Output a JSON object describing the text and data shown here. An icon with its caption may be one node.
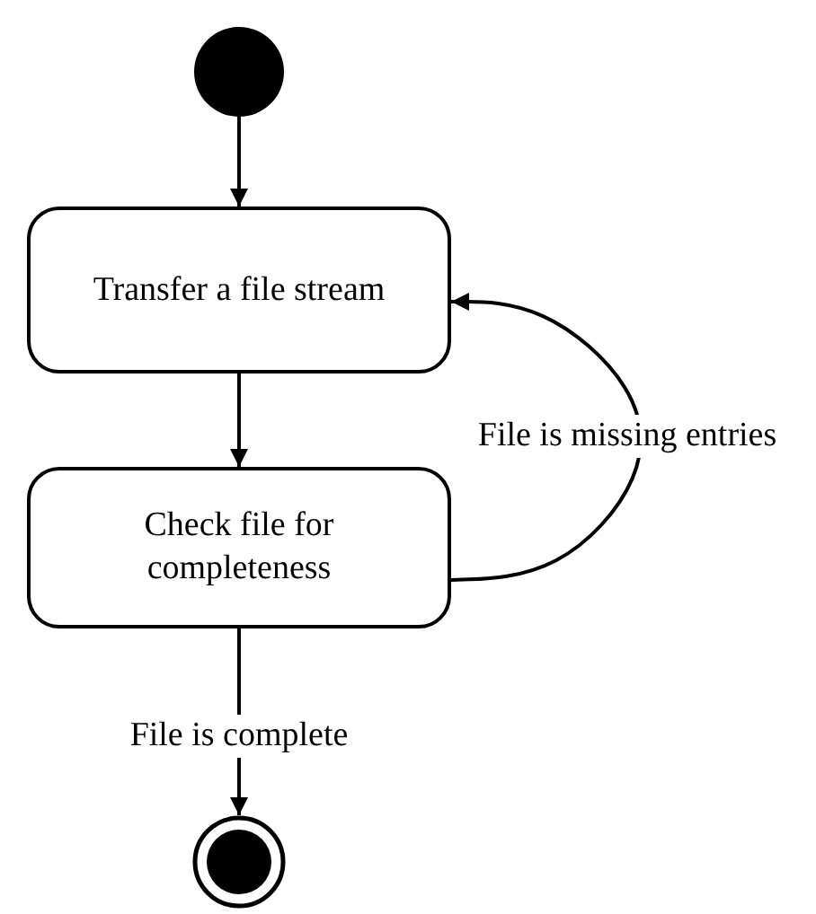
{
  "diagram": {
    "nodes": [
      {
        "text": [],
        "shape": "circle"
      },
      {
        "text": [
          "Transfer a file stream"
        ]
      },
      {
        "text": [
          "Check file for completeness"
        ]
      },
      {
        "text": [],
        "shape": "circle"
      }
    ],
    "edges": [
      {
        "from": 0,
        "to": 1,
        "arrow": "to"
      },
      {
        "from": 1,
        "to": 2,
        "arrow": "to"
      },
      {
        "from": 2,
        "to": 1,
        "arrow": "to",
        "label": "File is missing entries"
      },
      {
        "from": 2,
        "to": 3,
        "arrow": "to",
        "label": "File is complete"
      }
    ]
  }
}
